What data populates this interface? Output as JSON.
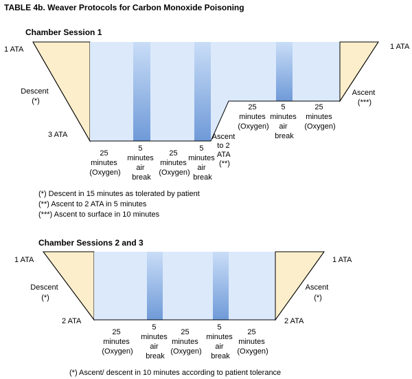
{
  "title": "TABLE 4b. Weaver Protocols for Carbon Monoxide Poisoning",
  "colors": {
    "ramp_fill": "#fdeecb",
    "oxygen_fill": "#dbe9fb",
    "air_light": "#c9ddf7",
    "air_dark": "#6f9ad8",
    "stroke": "#000000"
  },
  "session1": {
    "heading": "Chamber Session 1",
    "left_pressure": "1 ATA",
    "bottom_pressure": "3 ATA",
    "right_pressure": "1 ATA",
    "descent": [
      "Descent",
      "(*)"
    ],
    "ascent": [
      "Ascent",
      "(***)"
    ],
    "ascent_mid": [
      "Ascent",
      "to 2",
      "ATA",
      "(**)"
    ],
    "seg_oxygen_1": [
      "25",
      "minutes",
      "(Oxygen)"
    ],
    "seg_break_1": [
      "5",
      "minutes",
      "air",
      "break"
    ],
    "seg_oxygen_2": [
      "25",
      "minutes",
      "(Oxygen)"
    ],
    "seg_break_2": [
      "5",
      "minutes",
      "air",
      "break"
    ],
    "seg_oxygen_3": [
      "25",
      "minutes",
      "(Oxygen)"
    ],
    "seg_break_3": [
      "5",
      "minutes",
      "air",
      "break"
    ],
    "seg_oxygen_4": [
      "25",
      "minutes",
      "(Oxygen)"
    ],
    "notes": [
      "(*) Descent in 15 minutes as tolerated by patient",
      "(**) Ascent to 2 ATA in 5 minutes",
      "(***) Ascent to surface in 10 minutes"
    ]
  },
  "session2": {
    "heading": "Chamber Sessions 2 and 3",
    "left_pressure": "1 ATA",
    "bottom_left_pressure": "2 ATA",
    "right_pressure": "1 ATA",
    "bottom_right_pressure": "2 ATA",
    "descent": [
      "Descent",
      "(*)"
    ],
    "ascent": [
      "Ascent",
      "(*)"
    ],
    "seg_oxygen_1": [
      "25",
      "minutes",
      "(Oxygen)"
    ],
    "seg_break_1": [
      "5",
      "minutes",
      "air",
      "break"
    ],
    "seg_oxygen_2": [
      "25",
      "minutes",
      "(Oxygen)"
    ],
    "seg_break_2": [
      "5",
      "minutes",
      "air",
      "break"
    ],
    "seg_oxygen_3": [
      "25",
      "minutes",
      "(Oxygen)"
    ],
    "notes": [
      "(*) Ascent/ descent in 10 minutes according to patient tolerance"
    ]
  }
}
